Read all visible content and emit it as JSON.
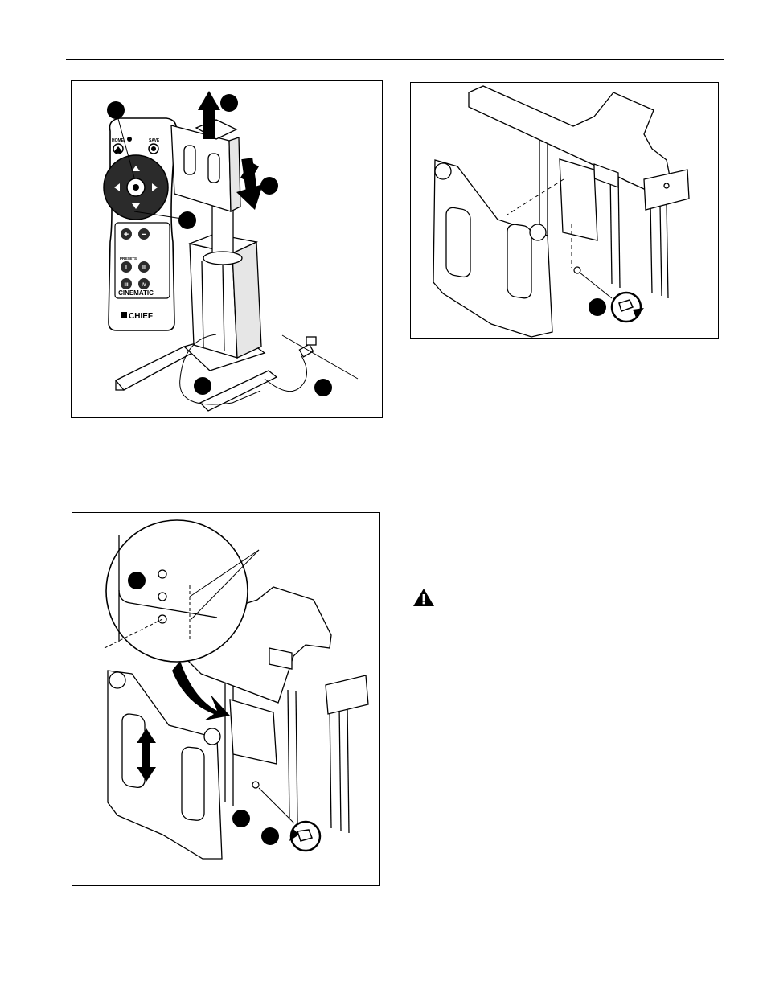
{
  "figures": {
    "remote_setup": {
      "remote": {
        "home_label": "HOME",
        "save_label": "SAVE",
        "presets_label": "PRESETS",
        "plus_symbol": "+",
        "minus_symbol": "−",
        "preset_buttons": [
          "I",
          "II",
          "III",
          "IV"
        ],
        "brand_cinematic": "CINEMATIC",
        "brand_chief": "CHIEF"
      }
    },
    "bracket_tighten": {},
    "bracket_align": {}
  },
  "warning": {
    "icon": "warning-triangle-icon"
  },
  "colors": {
    "ink": "#000000",
    "paper": "#ffffff",
    "shade": "#444444"
  }
}
